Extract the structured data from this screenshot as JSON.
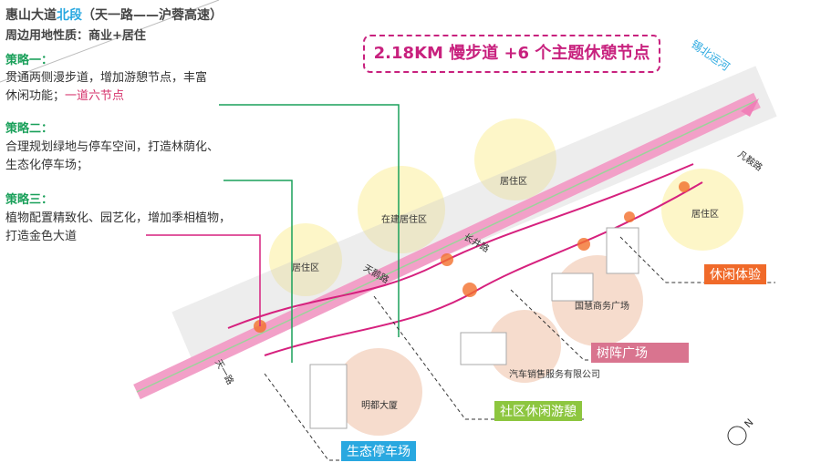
{
  "title": {
    "prefix": "惠山大道",
    "highlight": "北段",
    "suffix": "（天一路——沪蓉高速）"
  },
  "land_use": "周边用地性质：商业+居住",
  "strategies": [
    {
      "heading": "策略一：",
      "lines": [
        "贯通两侧漫步道，增加游憩节点，丰富",
        "休闲功能；"
      ],
      "highlight": "一道六节点"
    },
    {
      "heading": "策略二：",
      "lines": [
        "合理规划绿地与停车空间，打造林荫化、",
        "生态化停车场；"
      ]
    },
    {
      "heading": "策略三：",
      "lines": [
        "植物配置精致化、园艺化，增加季相植物，",
        "打造金色大道"
      ]
    }
  ],
  "headline": "2.18KM 慢步道 +6 个主题休憩节点",
  "areas": [
    "居住区",
    "在建居住区",
    "居住区",
    "居住区",
    "国慧商务广场",
    "汽车销售服务有限公司",
    "明都大厦"
  ],
  "roads": [
    "锡北运河",
    "凡鞍路",
    "长井路",
    "天鹅路",
    "天一路"
  ],
  "tags": [
    {
      "label": "休闲体验",
      "color": "#f06a2a"
    },
    {
      "label": "树阵广场",
      "color": "#d9748f"
    },
    {
      "label": "社区休闲游憩",
      "color": "#8dc63f"
    },
    {
      "label": "生态停车场",
      "color": "#29a8e0"
    }
  ],
  "compass": "N"
}
